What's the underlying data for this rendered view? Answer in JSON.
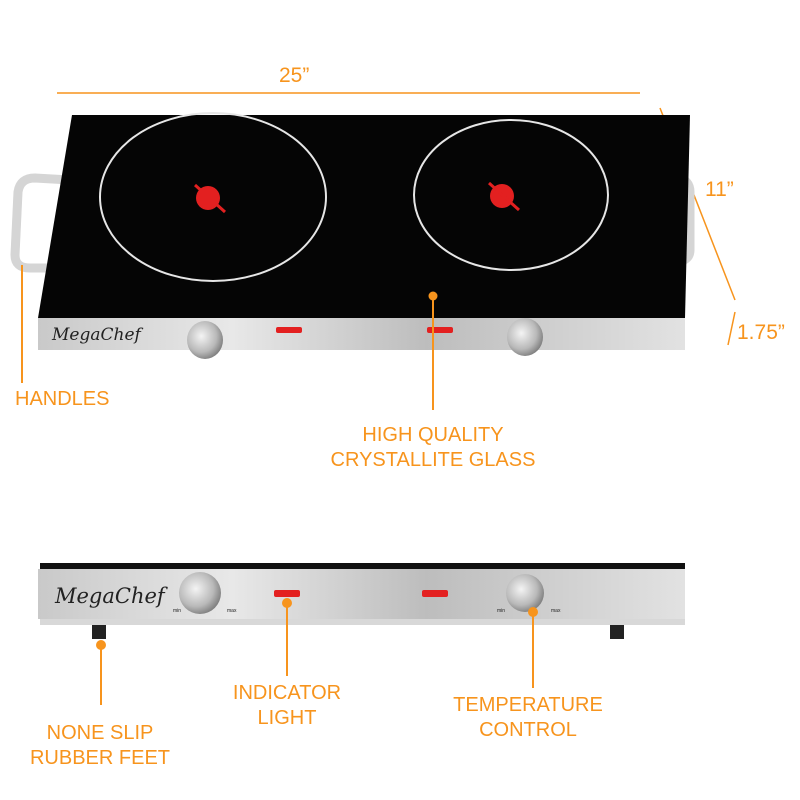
{
  "brand": "MegaChef",
  "accent_color": "#f7941d",
  "dimensions": {
    "width": "25”",
    "depth": "11”",
    "height": "1.75”"
  },
  "callouts": {
    "handles": "HANDLES",
    "glass": [
      "HIGH QUALITY",
      "CRYSTALLITE GLASS"
    ],
    "indicator": [
      "INDICATOR",
      "LIGHT"
    ],
    "temperature": [
      "TEMPERATURE",
      "CONTROL"
    ],
    "feet": [
      "NONE SLIP",
      "RUBBER FEET"
    ]
  },
  "knob_labels": {
    "min": "min",
    "max": "max"
  }
}
